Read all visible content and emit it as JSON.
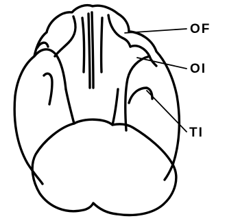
{
  "labels": {
    "of": "OF",
    "oi": "OI",
    "ti": "TI"
  },
  "colors": {
    "background": "#ffffff",
    "ink": "#000000"
  }
}
